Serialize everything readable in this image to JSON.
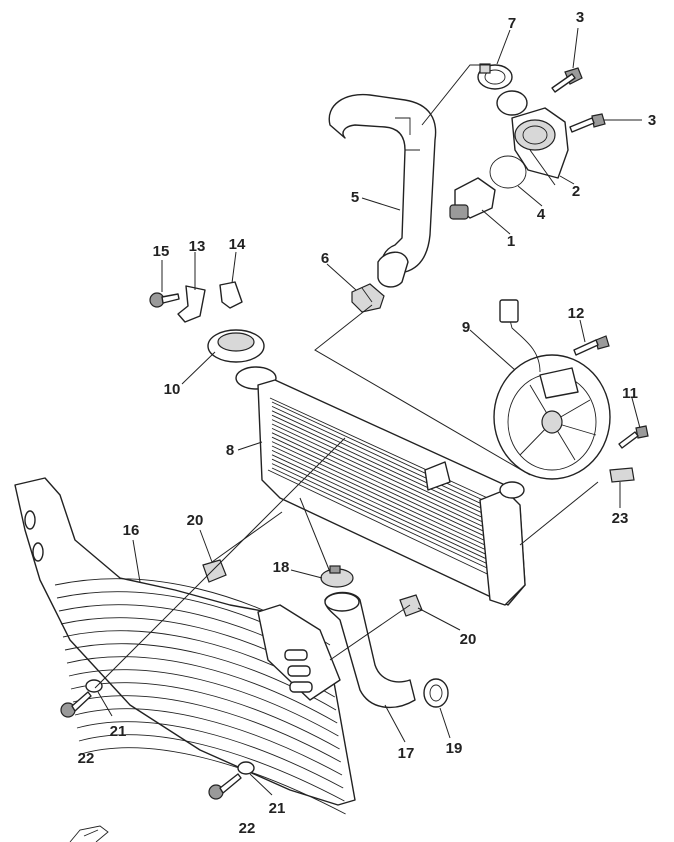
{
  "callouts": [
    {
      "id": "p1",
      "text": "1"
    },
    {
      "id": "p2",
      "text": "2"
    },
    {
      "id": "p3a",
      "text": "3"
    },
    {
      "id": "p3b",
      "text": "3"
    },
    {
      "id": "p4",
      "text": "4"
    },
    {
      "id": "p5",
      "text": "5"
    },
    {
      "id": "p6",
      "text": "6"
    },
    {
      "id": "p7",
      "text": "7"
    },
    {
      "id": "p8",
      "text": "8"
    },
    {
      "id": "p9",
      "text": "9"
    },
    {
      "id": "p10",
      "text": "10"
    },
    {
      "id": "p11",
      "text": "11"
    },
    {
      "id": "p12",
      "text": "12"
    },
    {
      "id": "p13",
      "text": "13"
    },
    {
      "id": "p14",
      "text": "14"
    },
    {
      "id": "p15",
      "text": "15"
    },
    {
      "id": "p16",
      "text": "16"
    },
    {
      "id": "p17",
      "text": "17"
    },
    {
      "id": "p18",
      "text": "18"
    },
    {
      "id": "p19",
      "text": "19"
    },
    {
      "id": "p20a",
      "text": "20"
    },
    {
      "id": "p20b",
      "text": "20"
    },
    {
      "id": "p21a",
      "text": "21"
    },
    {
      "id": "p21b",
      "text": "21"
    },
    {
      "id": "p22a",
      "text": "22"
    },
    {
      "id": "p22b",
      "text": "22"
    },
    {
      "id": "p23",
      "text": "23"
    }
  ]
}
